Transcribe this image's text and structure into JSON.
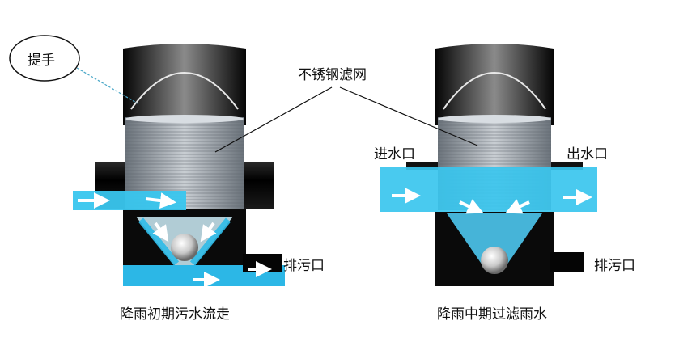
{
  "labels": {
    "handle": "提手",
    "screen": "不锈钢滤网",
    "inlet": "进水口",
    "outlet": "出水口",
    "drain_left": "排污口",
    "drain_right": "排污口",
    "caption_left": "降雨初期污水流走",
    "caption_right": "降雨中期过滤雨水"
  },
  "colors": {
    "water": "#39c6ee",
    "water_light": "#7fdaf4",
    "pipe": "#0d0d0d",
    "screen": "#9aa3ad",
    "arrow": "#ffffff"
  }
}
